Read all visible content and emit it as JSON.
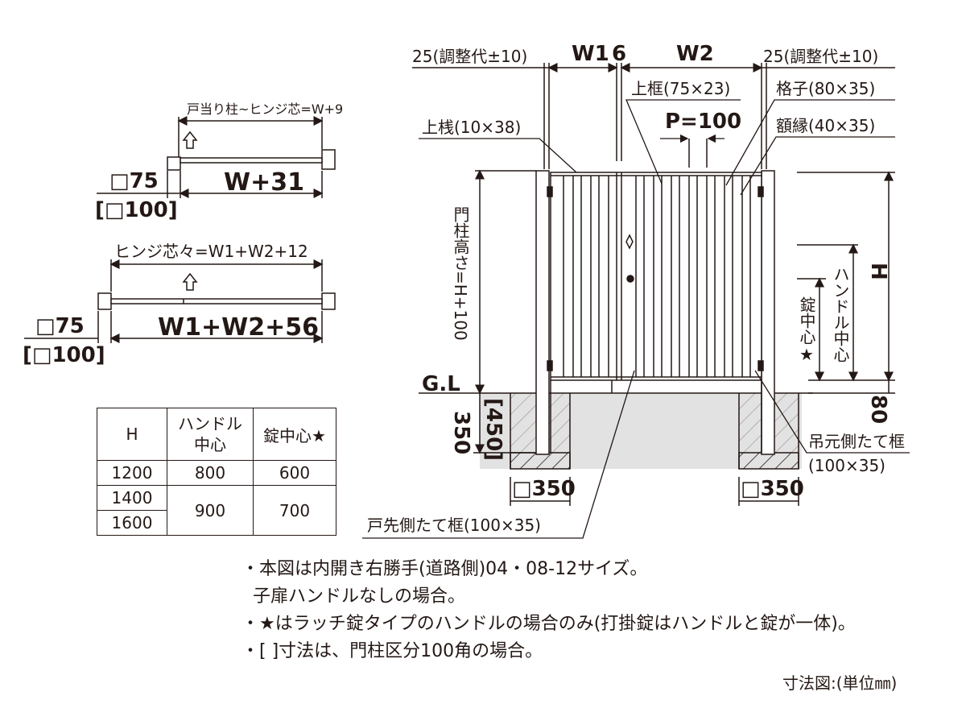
{
  "top_dims": {
    "left_adjust": "25(調整代±10)",
    "w1": "W1",
    "gap": "6",
    "w2": "W2",
    "right_adjust": "25(調整代±10)"
  },
  "parts": {
    "top_frame": "上框(75×23)",
    "lattice": "格子(80×35)",
    "top_rail": "上桟(10×38)",
    "pitch": "P=100",
    "border_frame": "額縁(40×35)",
    "hinge_side_frame_1": "吊元側たて框",
    "hinge_side_frame_2": "(100×35)",
    "latch_side_frame": "戸先側たて框(100×35)"
  },
  "plan_single": {
    "title": "戸当り柱~ヒンジ芯=W+9",
    "width": "W+31",
    "post": "□75",
    "post_alt": "[□100]"
  },
  "plan_double": {
    "title": "ヒンジ芯々=W1+W2+12",
    "width": "W1+W2+56",
    "post": "□75",
    "post_alt": "[□100]"
  },
  "elevation": {
    "post_height": "門柱高さ=H+100",
    "gl": "G.L",
    "embed": "350",
    "embed_alt": "[450]",
    "height": "H",
    "clearance": "80",
    "handle_center": "ハンドル中心",
    "lock_center": "錠中心★",
    "foundation_left": "□350",
    "foundation_right": "□350"
  },
  "table": {
    "headers": [
      "H",
      "ハンドル\n中心",
      "錠中心★"
    ],
    "rows": [
      {
        "h": "1200",
        "handle": "800",
        "lock": "600"
      },
      {
        "h": "1400",
        "handle": "900",
        "lock": "700"
      },
      {
        "h": "1600",
        "handle": "",
        "lock": ""
      }
    ]
  },
  "notes": [
    "・本図は内開き右勝手(道路側)04・08-12サイズ。",
    "子扉ハンドルなしの場合。",
    "・★はラッチ錠タイプのハンドルの場合のみ(打掛錠はハンドルと錠が一体)。",
    "・[ ]寸法は、門柱区分100角の場合。"
  ],
  "unit_note": "寸法図:(単位㎜)"
}
